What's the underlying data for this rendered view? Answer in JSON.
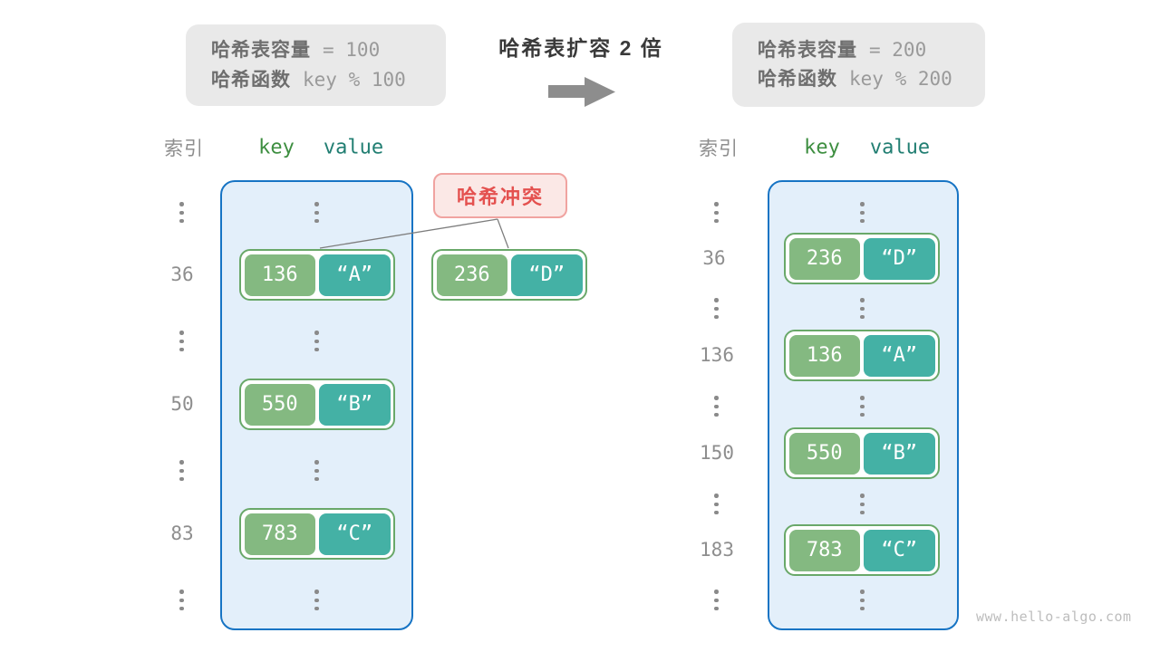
{
  "info_box_left": {
    "rows": [
      {
        "label": "哈希表容量",
        "value": "=  100"
      },
      {
        "label": "哈希函数",
        "value": "key % 100"
      }
    ]
  },
  "info_box_right": {
    "rows": [
      {
        "label": "哈希表容量",
        "value": "=  200"
      },
      {
        "label": "哈希函数",
        "value": "key % 200"
      }
    ]
  },
  "transform": {
    "title": "哈希表扩容 2 倍"
  },
  "left_table": {
    "headers": {
      "index": "索引",
      "key": "key",
      "value": "value"
    },
    "entries": [
      {
        "index": "36",
        "key": "136",
        "value": "“A”"
      },
      {
        "index": "50",
        "key": "550",
        "value": "“B”"
      },
      {
        "index": "83",
        "key": "783",
        "value": "“C”"
      }
    ]
  },
  "collision": {
    "label": "哈希冲突",
    "entry": {
      "key": "236",
      "value": "“D”"
    }
  },
  "right_table": {
    "headers": {
      "index": "索引",
      "key": "key",
      "value": "value"
    },
    "entries": [
      {
        "index": "36",
        "key": "236",
        "value": "“D”"
      },
      {
        "index": "136",
        "key": "136",
        "value": "“A”"
      },
      {
        "index": "150",
        "key": "550",
        "value": "“B”"
      },
      {
        "index": "183",
        "key": "783",
        "value": "“C”"
      }
    ]
  },
  "watermark": "www.hello-algo.com",
  "icons": {
    "expand_arrow": "right-block-arrow",
    "ellipsis": "vertical-ellipsis"
  },
  "colors": {
    "key_green": "#84b981",
    "value_teal": "#44b1a5",
    "pair_border_green": "#69a869",
    "container_fill": "#e3effa",
    "container_border_blue": "#1774c4",
    "collision_fill": "#fbe8e6",
    "collision_border": "#f0a3a0",
    "collision_text": "#e4514f",
    "info_box_gray": "#e9e9e9",
    "muted_gray_text": "#8e8e8e",
    "header_key_green": "#3d8e40",
    "header_value_teal": "#217e72"
  }
}
